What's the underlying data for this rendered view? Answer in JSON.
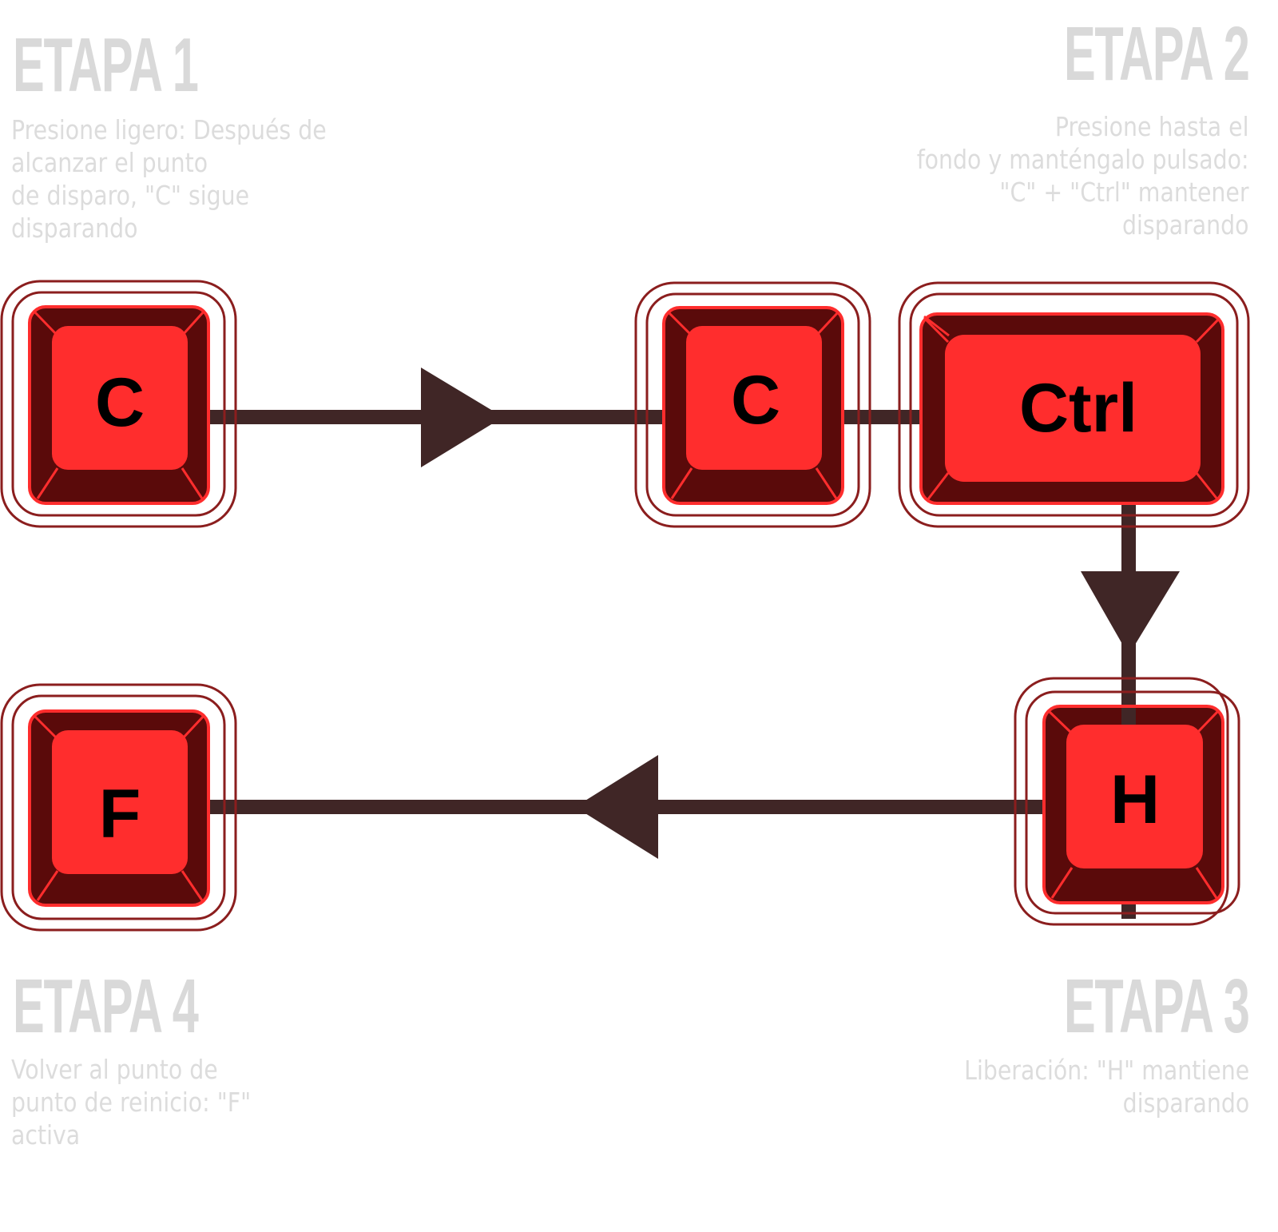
{
  "stages": [
    {
      "title": "ETAPA 1",
      "description": "Presione ligero: Después de\nalcanzar el punto\nde disparo, \"C\" sigue\ndisparando"
    },
    {
      "title": "ETAPA 2",
      "description": "Presione hasta el\nfondo y manténgalo pulsado:\n\"C\" + \"Ctrl\" mantener\ndisparando"
    },
    {
      "title": "ETAPA 3",
      "description": "Liberación: \"H\" mantiene\ndisparando"
    },
    {
      "title": "ETAPA 4",
      "description": "Volver al punto de\npunto de reinicio: \"F\"\nactiva"
    }
  ],
  "keys": {
    "stage1_key": "C",
    "stage2_key_a": "C",
    "stage2_key_b": "Ctrl",
    "stage3_key": "H",
    "stage4_key": "F"
  },
  "colors": {
    "key_face": "#ff2d2d",
    "key_bevel": "#5a0a0a",
    "ring": "#8b1e1e",
    "connector": "#402626",
    "stage_text": "#d9d9d9"
  }
}
